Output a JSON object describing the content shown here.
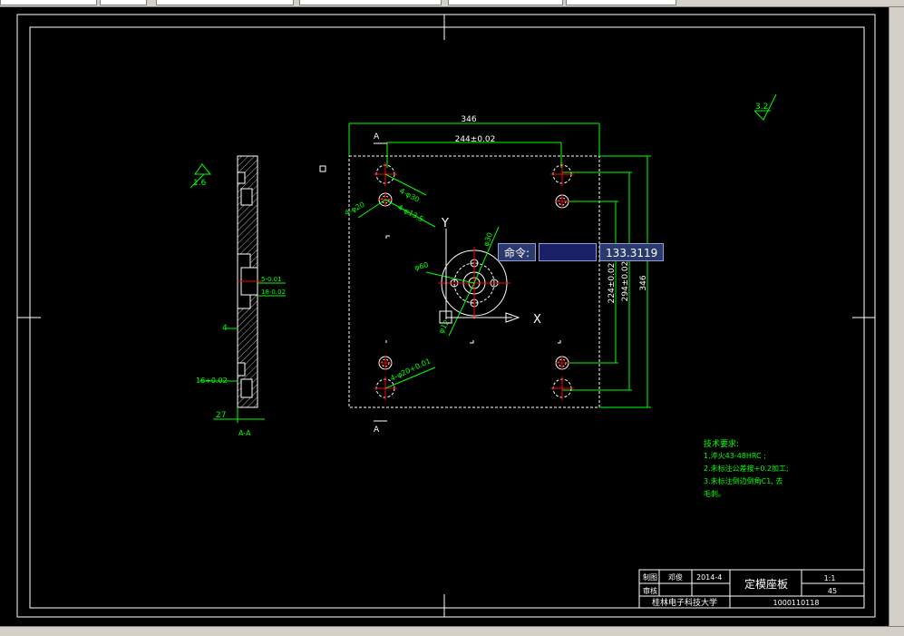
{
  "colors": {
    "background": "#000000",
    "dimension": "#00ff00",
    "outline": "#ffffff",
    "center": "#ff0000",
    "hatch": "#ffffff",
    "tooltip": "#2b3a6e"
  },
  "dims": {
    "width_overall": "346",
    "hole_spacing": "244±0.02",
    "height_overall": "346",
    "v294": "294±0.02",
    "v224": "224±0.02",
    "roughness_top": "3.2",
    "roughness_left": "1.6",
    "hole_4_phi30": "4-φ30",
    "hole_4_phi20": "4-φ20",
    "hole_4_phi13_5": "4-φ13.5",
    "hole_4_phi20b": "4-φ20+0.01",
    "pitch_phi60": "φ60",
    "pitch_phi12": "φ12",
    "pitch_phi30": "φ30",
    "side_5": "5-0.01",
    "side_18": "18-0.02",
    "side_4": "4",
    "side_16": "16+0.02",
    "side_27": "27"
  },
  "labels": {
    "section_top": "A",
    "section_bottom": "A",
    "section_view": "A-A",
    "y_axis": "Y",
    "x_axis": "X"
  },
  "tech": {
    "title": "技术要求:",
    "line1": "1.淬火43-48HRC ;",
    "line2": "2.未标注公差按+0.2加工;",
    "line3": "3.未标注倒边倒角C1, 去",
    "line4": "毛刺。"
  },
  "command": {
    "label": "命令:",
    "value": "133.3119"
  },
  "title_block": {
    "draw_label": "制图",
    "check_label": "审核",
    "drawer": "邓俊",
    "date": "2014-4",
    "part_name": "定模座板",
    "scale": "1:1",
    "material": "45",
    "school": "桂林电子科技大学",
    "drawing_no": "1000110118"
  }
}
